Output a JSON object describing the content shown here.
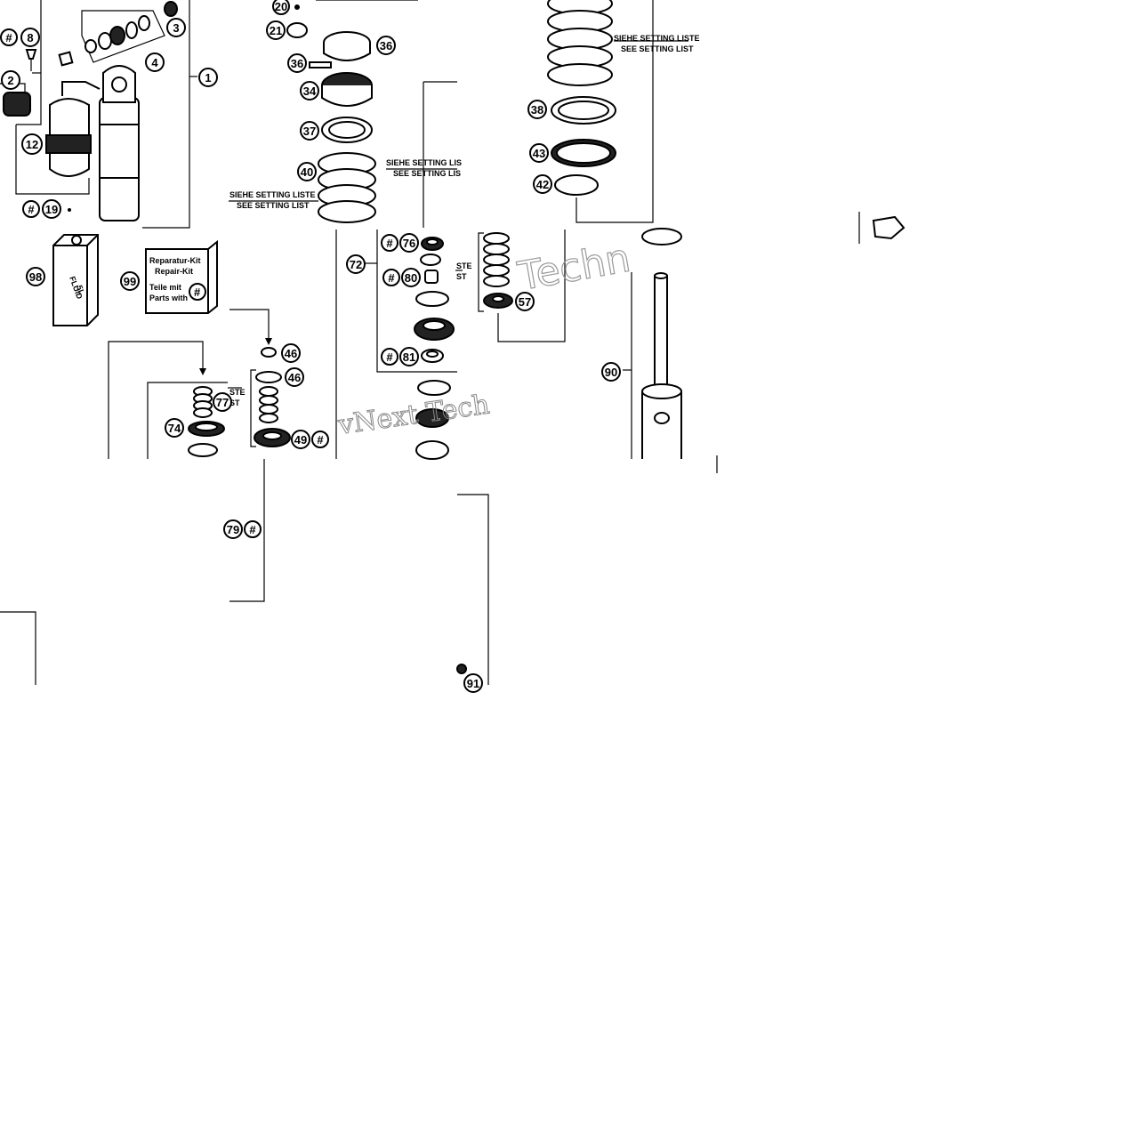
{
  "callouts": {
    "c1": "1",
    "c2": "2",
    "c3": "3",
    "c4": "4",
    "c8": "8",
    "c12": "12",
    "c19": "19",
    "c20": "20",
    "c21": "21",
    "c34": "34",
    "c36": "36",
    "c36b": "36",
    "c37": "37",
    "c38": "38",
    "c40": "40",
    "c42": "42",
    "c43": "43",
    "c46a": "46",
    "c46b": "46",
    "c49": "49",
    "c57": "57",
    "c72": "72",
    "c74": "74",
    "c76": "76",
    "c77": "77",
    "c79": "79",
    "c80": "80",
    "c81": "81",
    "c90": "90",
    "c91": "91",
    "c98": "98",
    "c99": "99",
    "hash": "#"
  },
  "notes": {
    "siehe": "SIEHE SETTING LISTE",
    "see": "SEE SETTING LIST",
    "siehe_cut": "SIEHE SETTING LIS",
    "see_cut": "SEE SETTING LIS",
    "ste": "STE",
    "st": "ST"
  },
  "fluid_can": {
    "line1": "FLUID",
    "line2": "5L"
  },
  "repair_kit": {
    "title_de": "Reparatur-Kit",
    "title_en": "Repair-Kit",
    "line_de": "Teile mit",
    "line_en": "Parts with",
    "symbol": "#"
  },
  "watermark": {
    "text1": "vNext Tech",
    "text2": "Techn"
  }
}
